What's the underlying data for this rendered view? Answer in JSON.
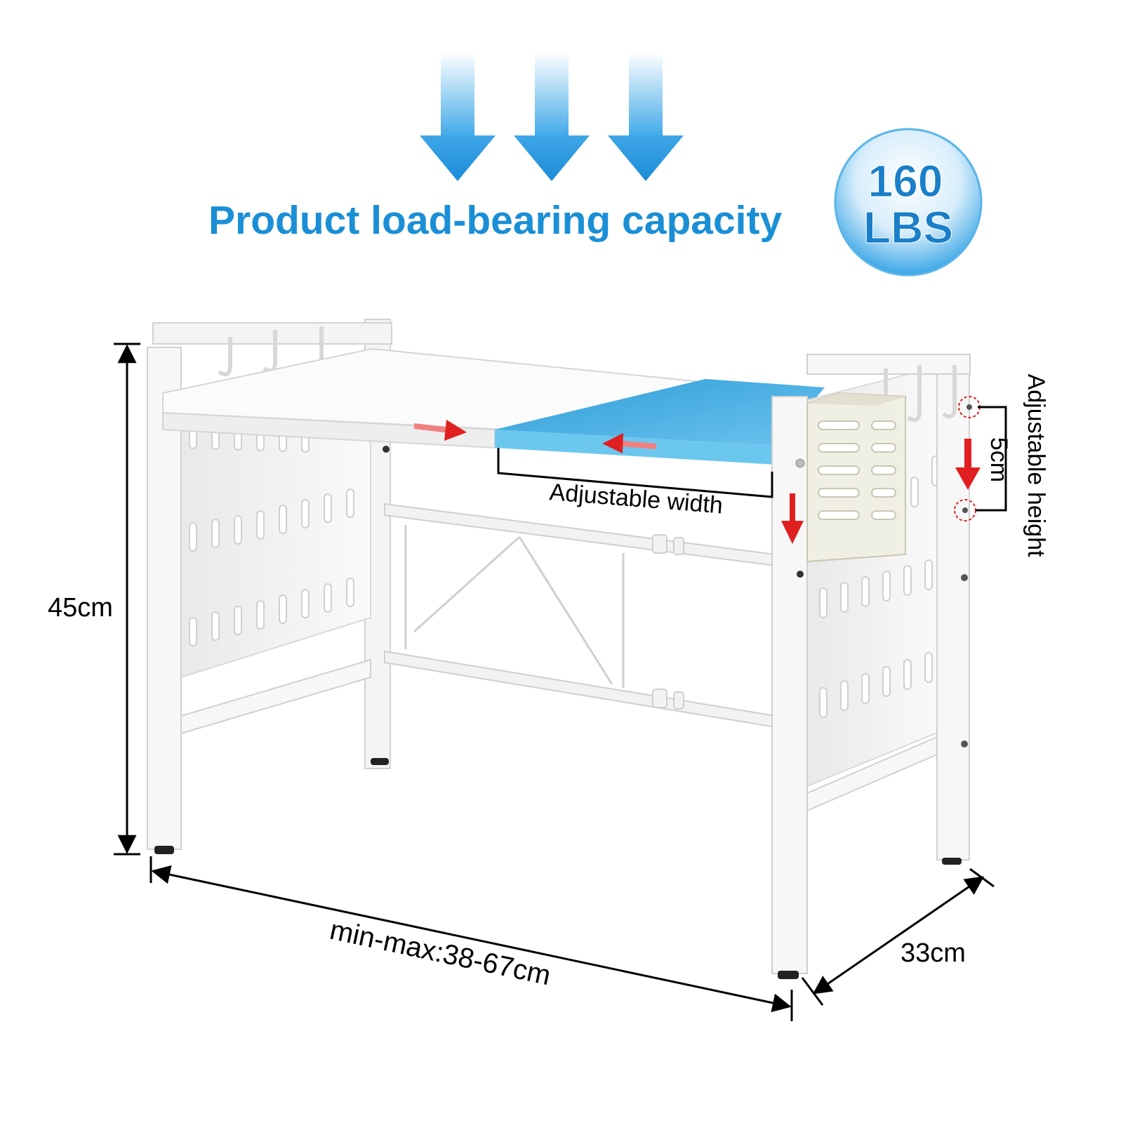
{
  "headline": "Product load-bearing capacity",
  "capacity_badge": {
    "number": "160",
    "unit": "LBS"
  },
  "dimensions": {
    "height": "45cm",
    "width_range": "min-max:38-67cm",
    "depth": "33cm",
    "height_step": "5cm"
  },
  "feature_labels": {
    "adjustable_width": "Adjustable width",
    "adjustable_height": "Adjustable height"
  },
  "colors": {
    "brand_blue": "#1a8fd6",
    "shelf_blue": "#45aee0",
    "arrow_red": "#e02020",
    "frame_white": "#f6f6f6"
  },
  "icons": [
    "down-arrow-icon",
    "red-arrow-icon"
  ]
}
